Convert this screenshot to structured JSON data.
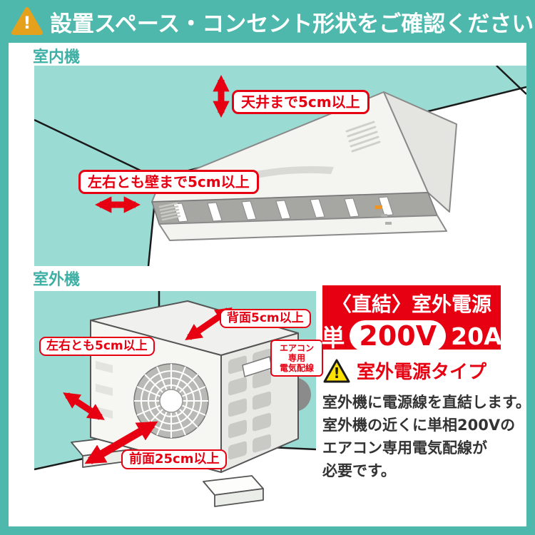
{
  "colors": {
    "teal_accent": "#4eb8ad",
    "teal_wall": "#9adcd4",
    "alert_red": "#e60012",
    "warning_orange": "#e5a11c",
    "warning_yellow": "#ffe100",
    "body_text": "#333333",
    "gray_circle": "#8b8b8b"
  },
  "header": {
    "title": "設置スペース・コンセント形状をご確認ください"
  },
  "indoor": {
    "section_label": "室内機",
    "ceiling_clearance_label": "天井まで5cm以上",
    "side_clearance_label": "左右とも壁まで5cm以上"
  },
  "outdoor": {
    "section_label": "室外機",
    "back_clearance_label": "背面5cm以上",
    "side_clearance_label": "左右とも5cm以上",
    "front_clearance_label": "前面25cm以上",
    "wiring_label_lines": [
      "エアコン",
      "専用",
      "電気配線"
    ]
  },
  "power_panel": {
    "title": "〈直結〉室外電源",
    "phase_label": "単",
    "voltage": "200V",
    "amperage": "20A",
    "type_heading": "室外電源タイプ",
    "description_lines": [
      "室外機に電源線を直結します。",
      "室外機の近くに単相200Vの",
      "エアコン専用電気配線が",
      "必要です。"
    ]
  }
}
